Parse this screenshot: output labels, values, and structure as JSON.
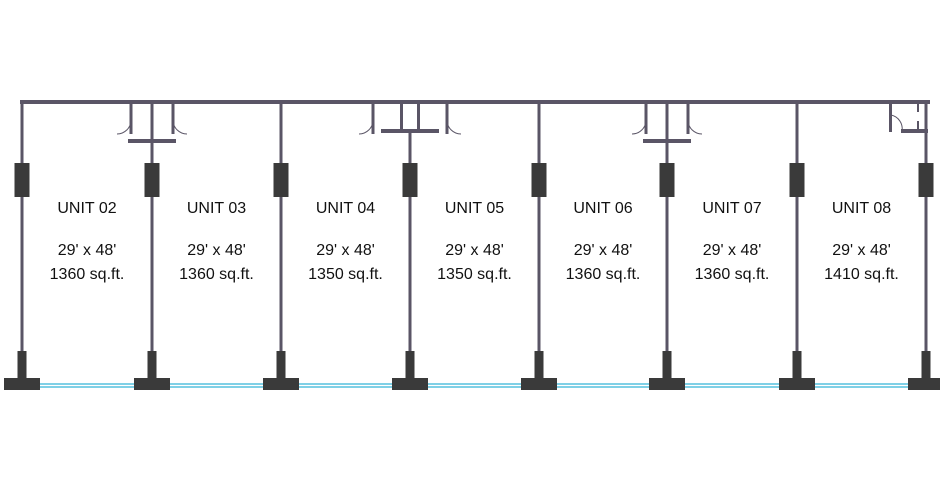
{
  "units": [
    {
      "name": "UNIT 02",
      "dimensions": "29' x 48'",
      "area": "1360 sq.ft."
    },
    {
      "name": "UNIT 03",
      "dimensions": "29' x 48'",
      "area": "1360 sq.ft."
    },
    {
      "name": "UNIT 04",
      "dimensions": "29' x 48'",
      "area": "1350 sq.ft."
    },
    {
      "name": "UNIT 05",
      "dimensions": "29' x 48'",
      "area": "1350 sq.ft."
    },
    {
      "name": "UNIT 06",
      "dimensions": "29' x 48'",
      "area": "1360 sq.ft."
    },
    {
      "name": "UNIT 07",
      "dimensions": "29' x 48'",
      "area": "1360 sq.ft."
    },
    {
      "name": "UNIT 08",
      "dimensions": "29' x 48'",
      "area": "1410 sq.ft."
    }
  ],
  "colors": {
    "wall": "#5a5566",
    "column": "#3a3a3a",
    "glass": "#7fd0e6"
  }
}
